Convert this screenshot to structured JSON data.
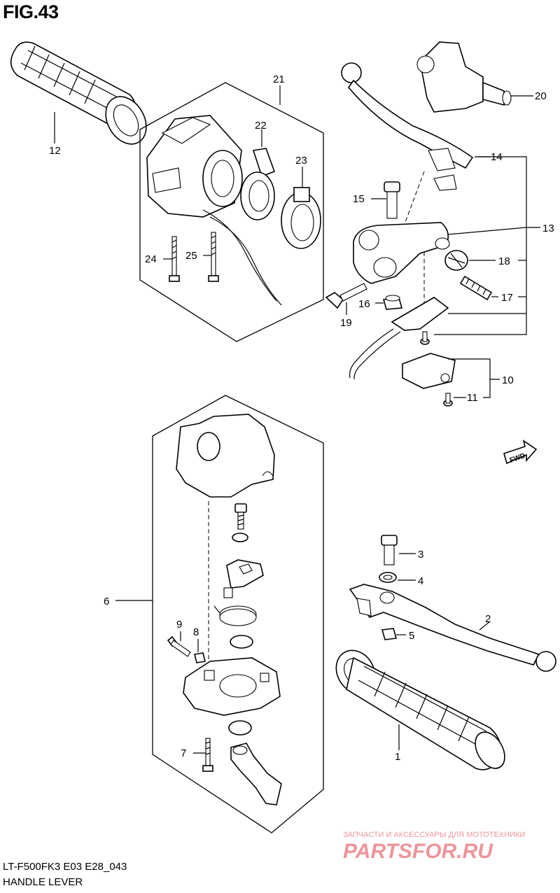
{
  "figure": {
    "title": "FIG.43",
    "model_code": "LT-F500FK3 E03 E28_043",
    "section_name": "HANDLE LEVER"
  },
  "direction_mark": "FWD",
  "callouts": {
    "c1": "1",
    "c2": "2",
    "c3": "3",
    "c4": "4",
    "c5": "5",
    "c6": "6",
    "c7": "7",
    "c8": "8",
    "c9": "9",
    "c10": "10",
    "c11": "11",
    "c12": "12",
    "c13": "13",
    "c14": "14",
    "c15": "15",
    "c16": "16",
    "c17": "17",
    "c18": "18",
    "c19": "19",
    "c20": "20",
    "c21": "21",
    "c22": "22",
    "c23": "23",
    "c24": "24",
    "c25": "25"
  },
  "watermark": {
    "tagline": "ЗАПЧАСТИ И АКСЕССУАРЫ ДЛЯ МОТОТЕХНИКИ",
    "brand": "PARTSFOR.RU",
    "color": "#e0404a"
  }
}
